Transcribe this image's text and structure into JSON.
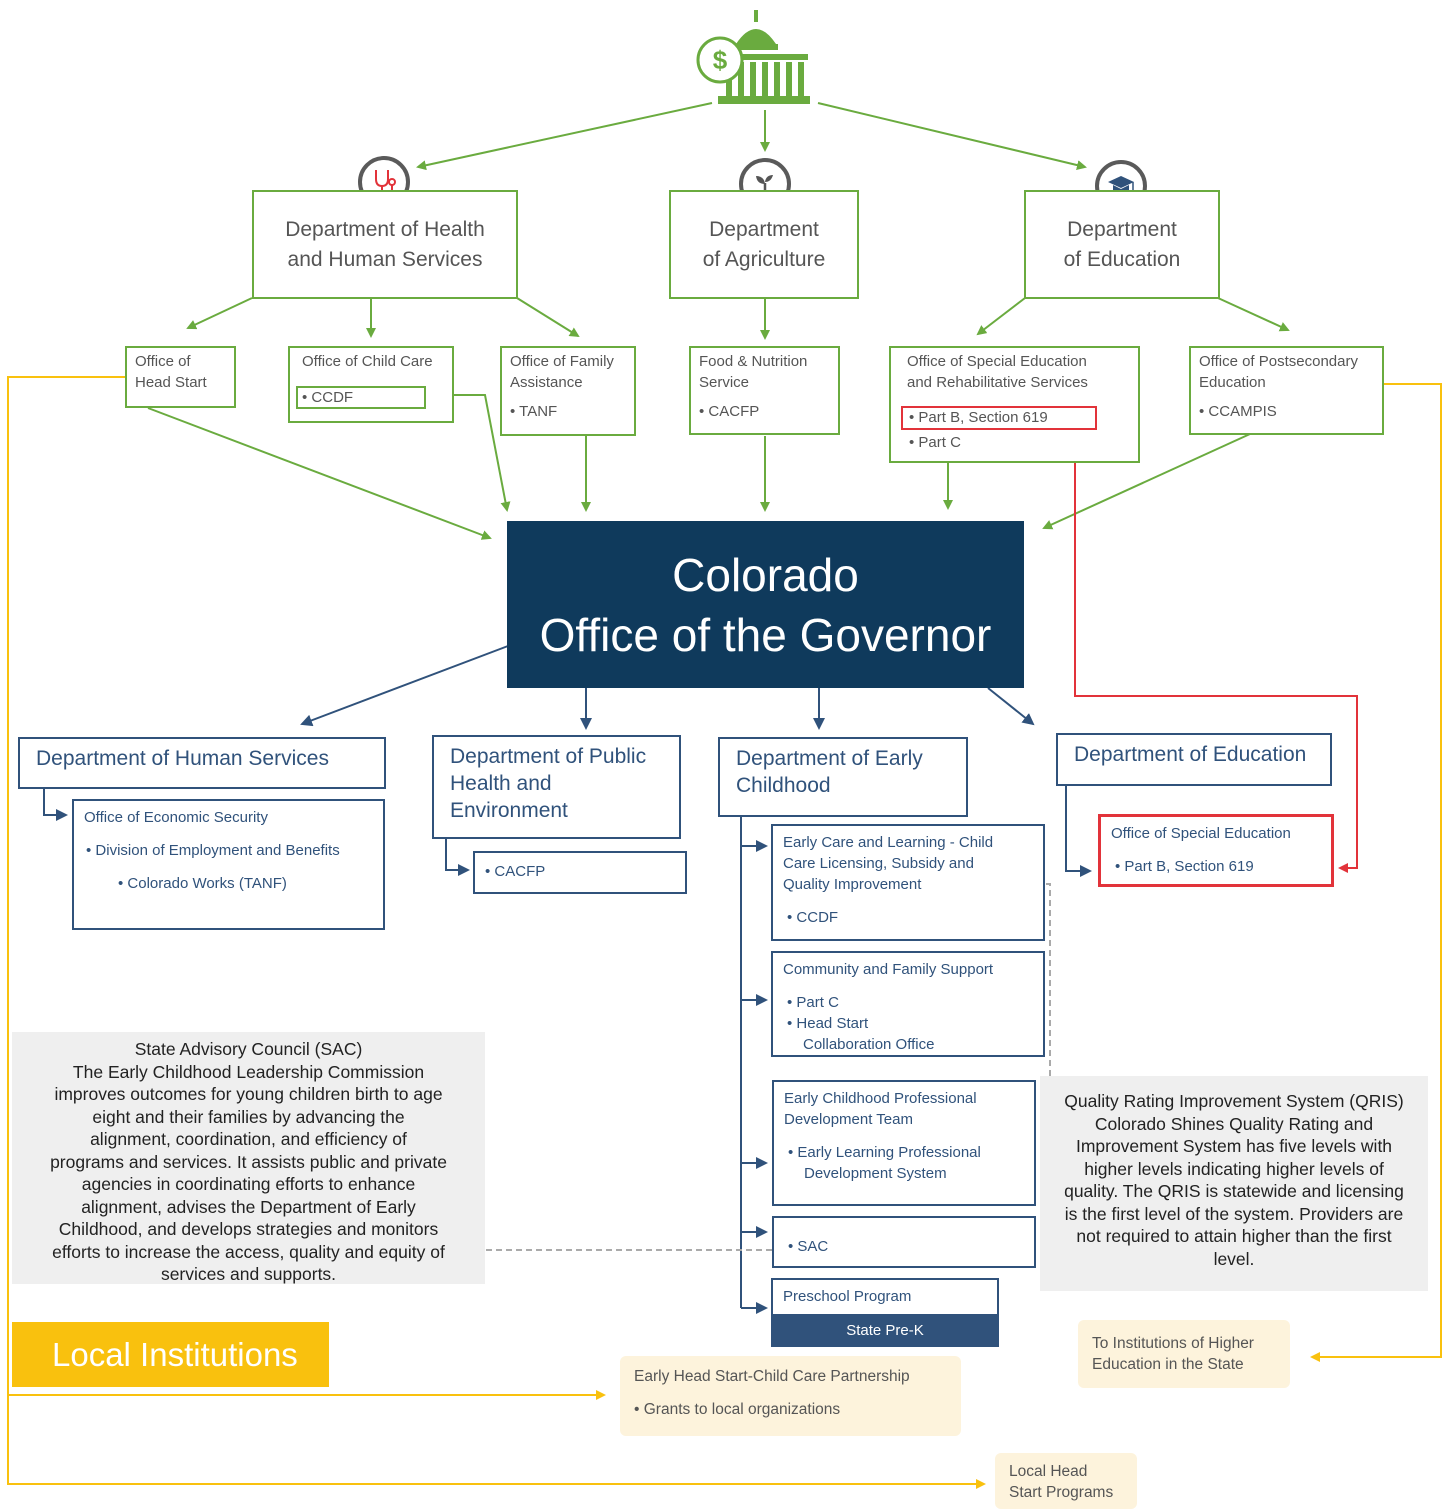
{
  "federal": {
    "hhs": [
      "Department of Health",
      "and Human Services"
    ],
    "agriculture": [
      "Department",
      "of Agriculture"
    ],
    "education": [
      "Department",
      "of Education"
    ]
  },
  "offices": {
    "head_start": [
      "Office of",
      "Head Start"
    ],
    "child_care": {
      "title": "Office of Child Care",
      "program": "• CCDF"
    },
    "family_assistance": {
      "title": [
        "Office of Family",
        "Assistance"
      ],
      "program": "• TANF"
    },
    "food_nutrition": {
      "title": [
        "Food & Nutrition",
        "Service"
      ],
      "program": "• CACFP"
    },
    "special_ed": {
      "title": [
        "Office of Special Education",
        "and Rehabilitative Services"
      ],
      "program1": "• Part B, Section 619",
      "program2": "• Part C"
    },
    "postsecondary": {
      "title": [
        "Office of Postsecondary",
        "Education"
      ],
      "program": "• CCAMPIS"
    }
  },
  "governor": [
    "Colorado",
    "Office of the Governor"
  ],
  "state": {
    "human_services": {
      "title": "Department of Human Services",
      "sub": [
        "Office of Economic Security",
        "• Division of Employment and Benefits",
        "• Colorado Works (TANF)"
      ]
    },
    "public_health": {
      "title": [
        "Department of Public",
        "Health and",
        "Environment"
      ],
      "sub": "• CACFP"
    },
    "early_childhood": {
      "title": [
        "Department of Early",
        "Childhood"
      ],
      "units": {
        "ecl": [
          "Early Care and Learning - Child",
          "Care Licensing, Subsidy and",
          "Quality Improvement",
          "• CCDF"
        ],
        "cfs": [
          "Community and Family Support",
          "• Part C",
          "• Head Start",
          "Collaboration Office"
        ],
        "ecpd": [
          "Early Childhood Professional",
          "Development Team",
          "• Early Learning Professional",
          "Development System"
        ],
        "sac": "• SAC",
        "preschool": "Preschool Program",
        "prek": "State Pre-K"
      }
    },
    "education": {
      "title": "Department of Education",
      "sub": [
        "Office of Special Education",
        "• Part B, Section 619"
      ]
    }
  },
  "notes": {
    "sac": [
      "State Advisory Council (SAC)",
      "The Early Childhood Leadership Commission",
      "improves outcomes for young children birth to age",
      "eight and their families by advancing the",
      "alignment, coordination, and efficiency of",
      "programs and services. It assists public and private",
      "agencies in coordinating efforts to enhance",
      "alignment, advises the Department of Early",
      "Childhood, and develops strategies and monitors",
      "efforts to increase the access, quality and equity of",
      "services and supports."
    ],
    "qris": [
      "Quality Rating Improvement System (QRIS)",
      "Colorado Shines Quality Rating and",
      "Improvement System has five levels with",
      "higher levels indicating higher levels of",
      "quality. The QRIS is statewide and licensing",
      "is the first level of the system. Providers are",
      "not required to attain higher than the first",
      "level."
    ]
  },
  "local": {
    "title": "Local Institutions",
    "ehs": [
      "Early Head Start-Child Care Partnership",
      "• Grants to local organizations"
    ],
    "higher_ed": [
      "To Institutions of Higher",
      "Education in the State"
    ],
    "head_start": [
      "Local Head",
      "Start Programs"
    ]
  },
  "icons": [
    "capitol-dollar-icon",
    "stethoscope-icon",
    "sprout-icon",
    "graduation-cap-icon"
  ],
  "colors": {
    "federal": "#6aab3f",
    "state": "#30527b",
    "governor": "#0f3a5c",
    "highlight": "#e2333a",
    "local": "#f9c10e",
    "local_pale": "#fdf3dc",
    "note": "#efefef"
  }
}
